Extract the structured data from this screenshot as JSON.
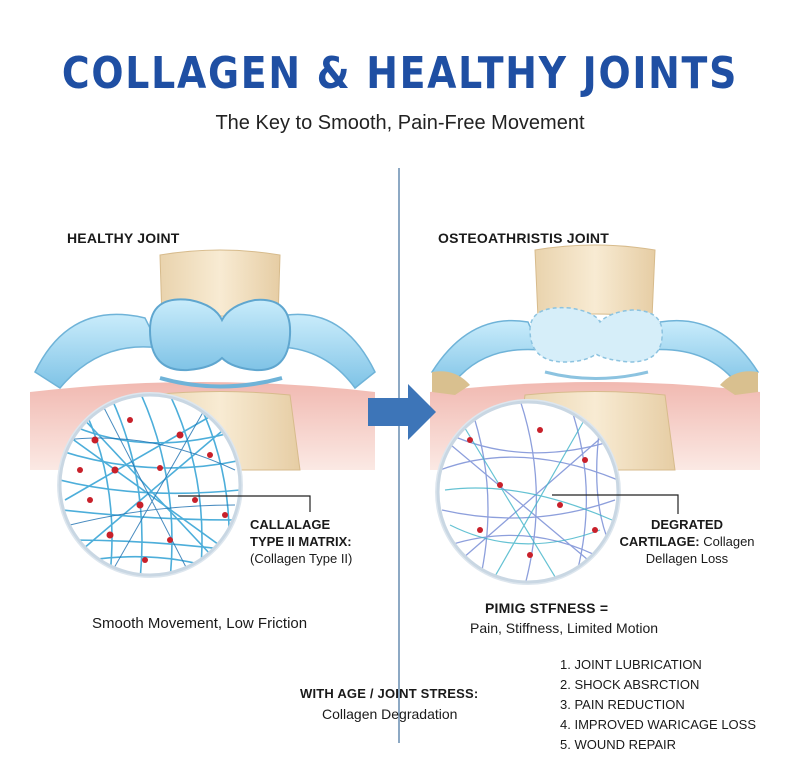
{
  "header": {
    "title": "COLLAGEN & HEALTHY JOINTS",
    "subtitle": "The Key to Smooth, Pain-Free Movement"
  },
  "healthy": {
    "heading": "HEALTHY JOINT",
    "matrix_label_line1": "CALLALAGE",
    "matrix_label_line2": "TYPE II MATRIX:",
    "matrix_label_line3": "(Collagen Type II)",
    "caption": "Smooth Movement, Low Friction"
  },
  "osteo": {
    "heading": "OSTEOATHRISTIS JOINT",
    "label_line1": "DEGRATED",
    "label_line2_bold": "CARTILAGE:",
    "label_line2_rest": " Collagen",
    "label_line3": "Dellagen Loss",
    "stiffness_heading": "PIMIG STFNESS  =",
    "stiffness_caption": "Pain, Stiffness, Limited Motion"
  },
  "age": {
    "heading": "WITH AGE / JOINT STRESS:",
    "caption": "Collagen Degradation"
  },
  "benefits": [
    "1. JOINT LUBRICATION",
    "2. SHOCK ABSRCTION",
    "3. PAIN REDUCTION",
    "4. IMPROVED WARICAGE LOSS",
    "5. WOUND REPAIR"
  ],
  "colors": {
    "title": "#1f4fa3",
    "cartilage": "#9ed3ee",
    "bone": "#f3e2c4",
    "arrow": "#3d75b8",
    "fiber_dot": "#c8202a"
  }
}
